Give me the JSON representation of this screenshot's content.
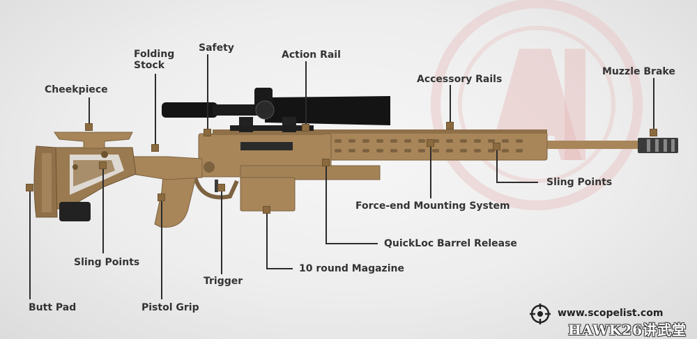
{
  "labels": {
    "folding_stock": "Folding\nStock",
    "safety": "Safety",
    "action_rail": "Action Rail",
    "accessory_rails": "Accessory Rails",
    "muzzle_brake": "Muzzle Brake",
    "cheekpiece": "Cheekpiece",
    "sling_points_right": "Sling Points",
    "force_end": "Force-end Mounting System",
    "quickloc": "QuickLoc Barrel Release",
    "magazine": "10 round Magazine",
    "sling_points_left": "Sling Points",
    "trigger": "Trigger",
    "butt_pad": "Butt Pad",
    "pistol_grip": "Pistol Grip"
  },
  "footer": {
    "website": "www.scopelist.com",
    "watermark": "HAWK26讲武堂"
  },
  "colors": {
    "rifle_tan": "#a8865a",
    "rifle_dark": "#7d6240",
    "scope_black": "#141414",
    "label_text": "#333333",
    "logo_red": "#e6b7b7"
  },
  "icons": [
    "crosshair-icon",
    "ai-logo-watermark"
  ]
}
